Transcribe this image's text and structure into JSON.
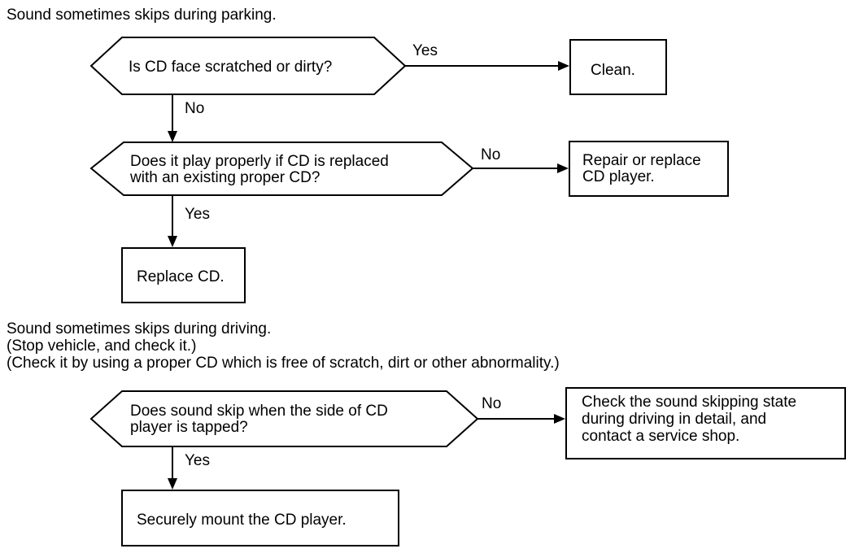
{
  "section1": {
    "title": "Sound sometimes skips during parking.",
    "q1": {
      "lines": [
        "Is CD face scratched or dirty?"
      ]
    },
    "q1_yes_label": "Yes",
    "q1_no_label": "No",
    "clean": {
      "lines": [
        "Clean."
      ]
    },
    "q2": {
      "lines": [
        "Does it play properly if CD is replaced",
        "with an existing proper CD?"
      ]
    },
    "q2_no_label": "No",
    "q2_yes_label": "Yes",
    "repair": {
      "lines": [
        "Repair or replace",
        "CD player."
      ]
    },
    "replace_cd": {
      "lines": [
        "Replace CD."
      ]
    }
  },
  "section2": {
    "title_lines": [
      "Sound sometimes skips during driving.",
      "(Stop vehicle, and check it.)",
      "(Check it by using a proper CD which is free of scratch, dirt or other abnormality.)"
    ],
    "q3": {
      "lines": [
        "Does sound skip when the side of CD",
        "player is tapped?"
      ]
    },
    "q3_no_label": "No",
    "q3_yes_label": "Yes",
    "check": {
      "lines": [
        "Check the sound skipping state",
        "during driving in detail, and",
        "contact a service shop."
      ]
    },
    "mount": {
      "lines": [
        "Securely mount the CD player."
      ]
    }
  }
}
